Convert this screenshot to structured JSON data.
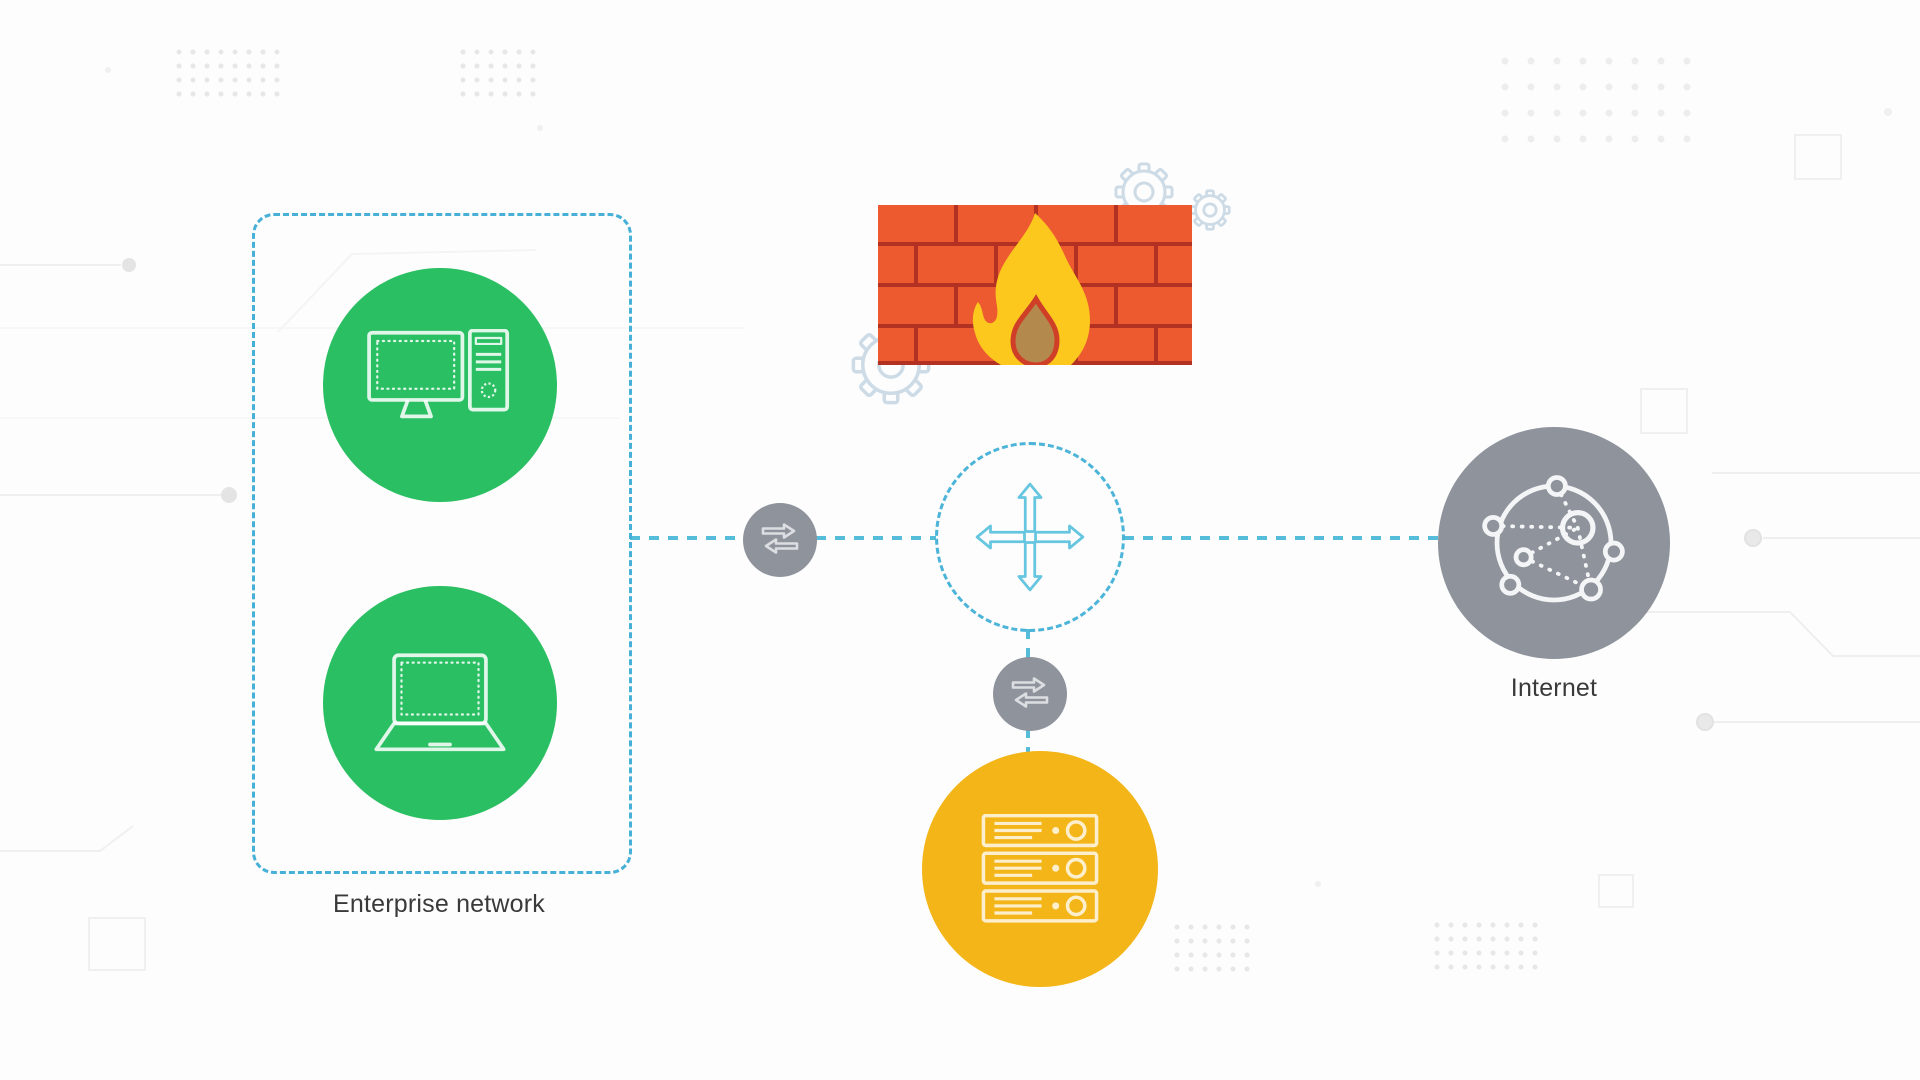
{
  "diagram": {
    "enterprise_group": {
      "label": "Enterprise network",
      "devices": [
        "desktop-computer",
        "laptop"
      ]
    },
    "firewall": {
      "icon": "firewall-brick-wall-flame"
    },
    "routing_hub": {
      "icon": "four-way-arrows"
    },
    "transfer_left": {
      "icon": "two-way-transfer-arrows"
    },
    "transfer_bottom": {
      "icon": "two-way-transfer-arrows"
    },
    "server_stack": {
      "icon": "server-rack"
    },
    "internet": {
      "label": "Internet",
      "icon": "network-globe"
    }
  },
  "colors": {
    "device_green": "#2abf63",
    "server_yellow": "#f3b517",
    "node_gray": "#8e939c",
    "connector_blue": "#55bcd9",
    "brick_orange": "#ed5a30",
    "brick_mortar": "#b23122",
    "flame_yellow": "#fcc81e",
    "flame_core": "#b3894e",
    "flame_core_stroke": "#cf3f28",
    "gear_outline": "#ccdbe6",
    "label_text": "#3a3a3a",
    "background": "#fdfdfd",
    "decor_gray": "#efefef"
  }
}
